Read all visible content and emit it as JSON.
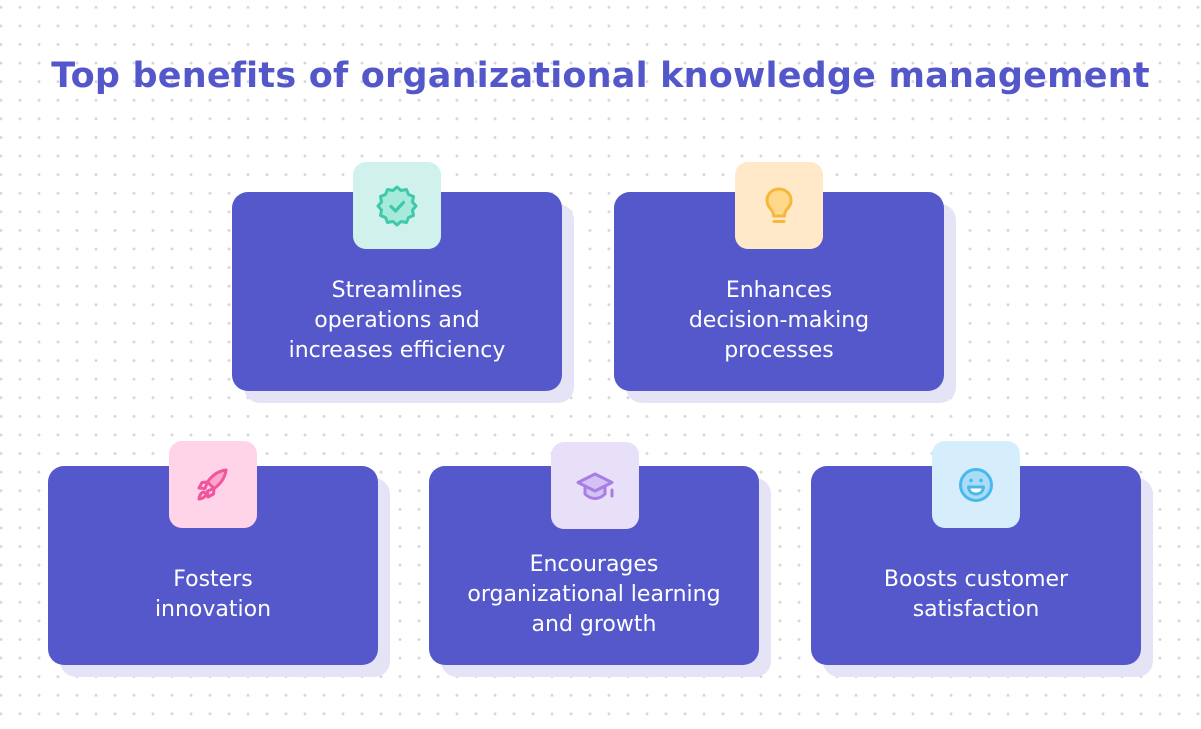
{
  "title": "Top benefits of organizational knowledge management",
  "colors": {
    "title": "#5457c9",
    "card": "#5558cb",
    "card_shadow": "#e5e4f7"
  },
  "cards": [
    {
      "label": "Streamlines\noperations and\nincreases efficiency",
      "icon": "badge-check-icon",
      "tile_color": "#d1f2ec",
      "icon_color": "#3ec9aa"
    },
    {
      "label": "Enhances\ndecision-making\nprocesses",
      "icon": "lightbulb-icon",
      "tile_color": "#ffe9c9",
      "icon_color": "#f5b83d"
    },
    {
      "label": "Fosters\ninnovation",
      "icon": "rocket-icon",
      "tile_color": "#ffd4e8",
      "icon_color": "#f0559e"
    },
    {
      "label": "Encourages\norganizational learning\nand growth",
      "icon": "graduation-cap-icon",
      "tile_color": "#e7e0f8",
      "icon_color": "#a77de6"
    },
    {
      "label": "Boosts customer\nsatisfaction",
      "icon": "smiley-icon",
      "tile_color": "#d6eefb",
      "icon_color": "#4bb8ec"
    }
  ]
}
